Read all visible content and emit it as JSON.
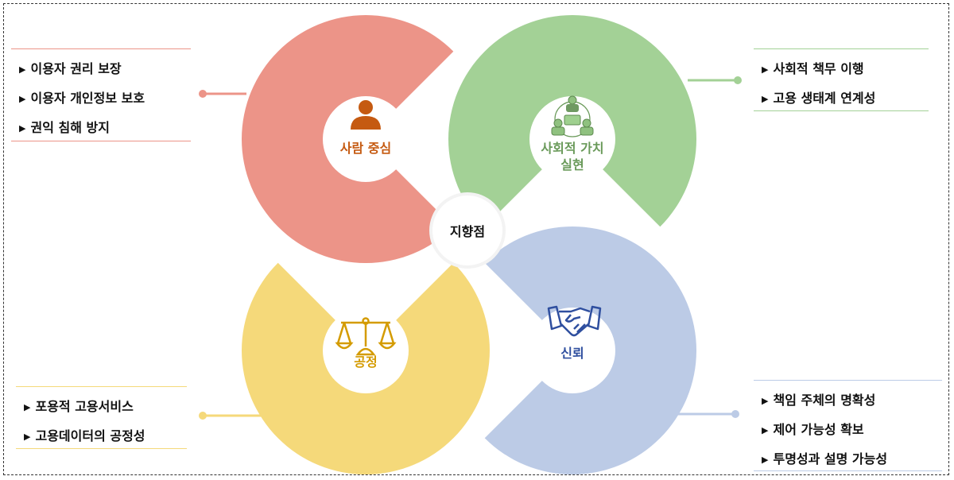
{
  "center_label": "지향점",
  "quadrants": [
    {
      "id": "people",
      "title": "사람 중심",
      "color": "#ec9488",
      "text_color": "#c55a11",
      "icon": "person-icon",
      "items": [
        "이용자 권리 보장",
        "이용자 개인정보 보호",
        "권익 침해 방지"
      ]
    },
    {
      "id": "social",
      "title_line1": "사회적 가치",
      "title_line2": "실현",
      "color": "#a3d196",
      "text_color": "#6a9a5a",
      "icon": "community-icon",
      "items": [
        "사회적 책무 이행",
        "고용 생태계 연계성"
      ]
    },
    {
      "id": "fair",
      "title": "공정",
      "color": "#f5d97a",
      "text_color": "#d49b00",
      "icon": "scales-icon",
      "items": [
        "포용적 고용서비스",
        "고용데이터의 공정성"
      ]
    },
    {
      "id": "trust",
      "title": "신뢰",
      "color": "#bccbe6",
      "text_color": "#2f4f9f",
      "icon": "handshake-icon",
      "items": [
        "책임 주체의 명확성",
        "제어 가능성 확보",
        "투명성과 설명 가능성"
      ]
    }
  ],
  "bullet": "▶"
}
